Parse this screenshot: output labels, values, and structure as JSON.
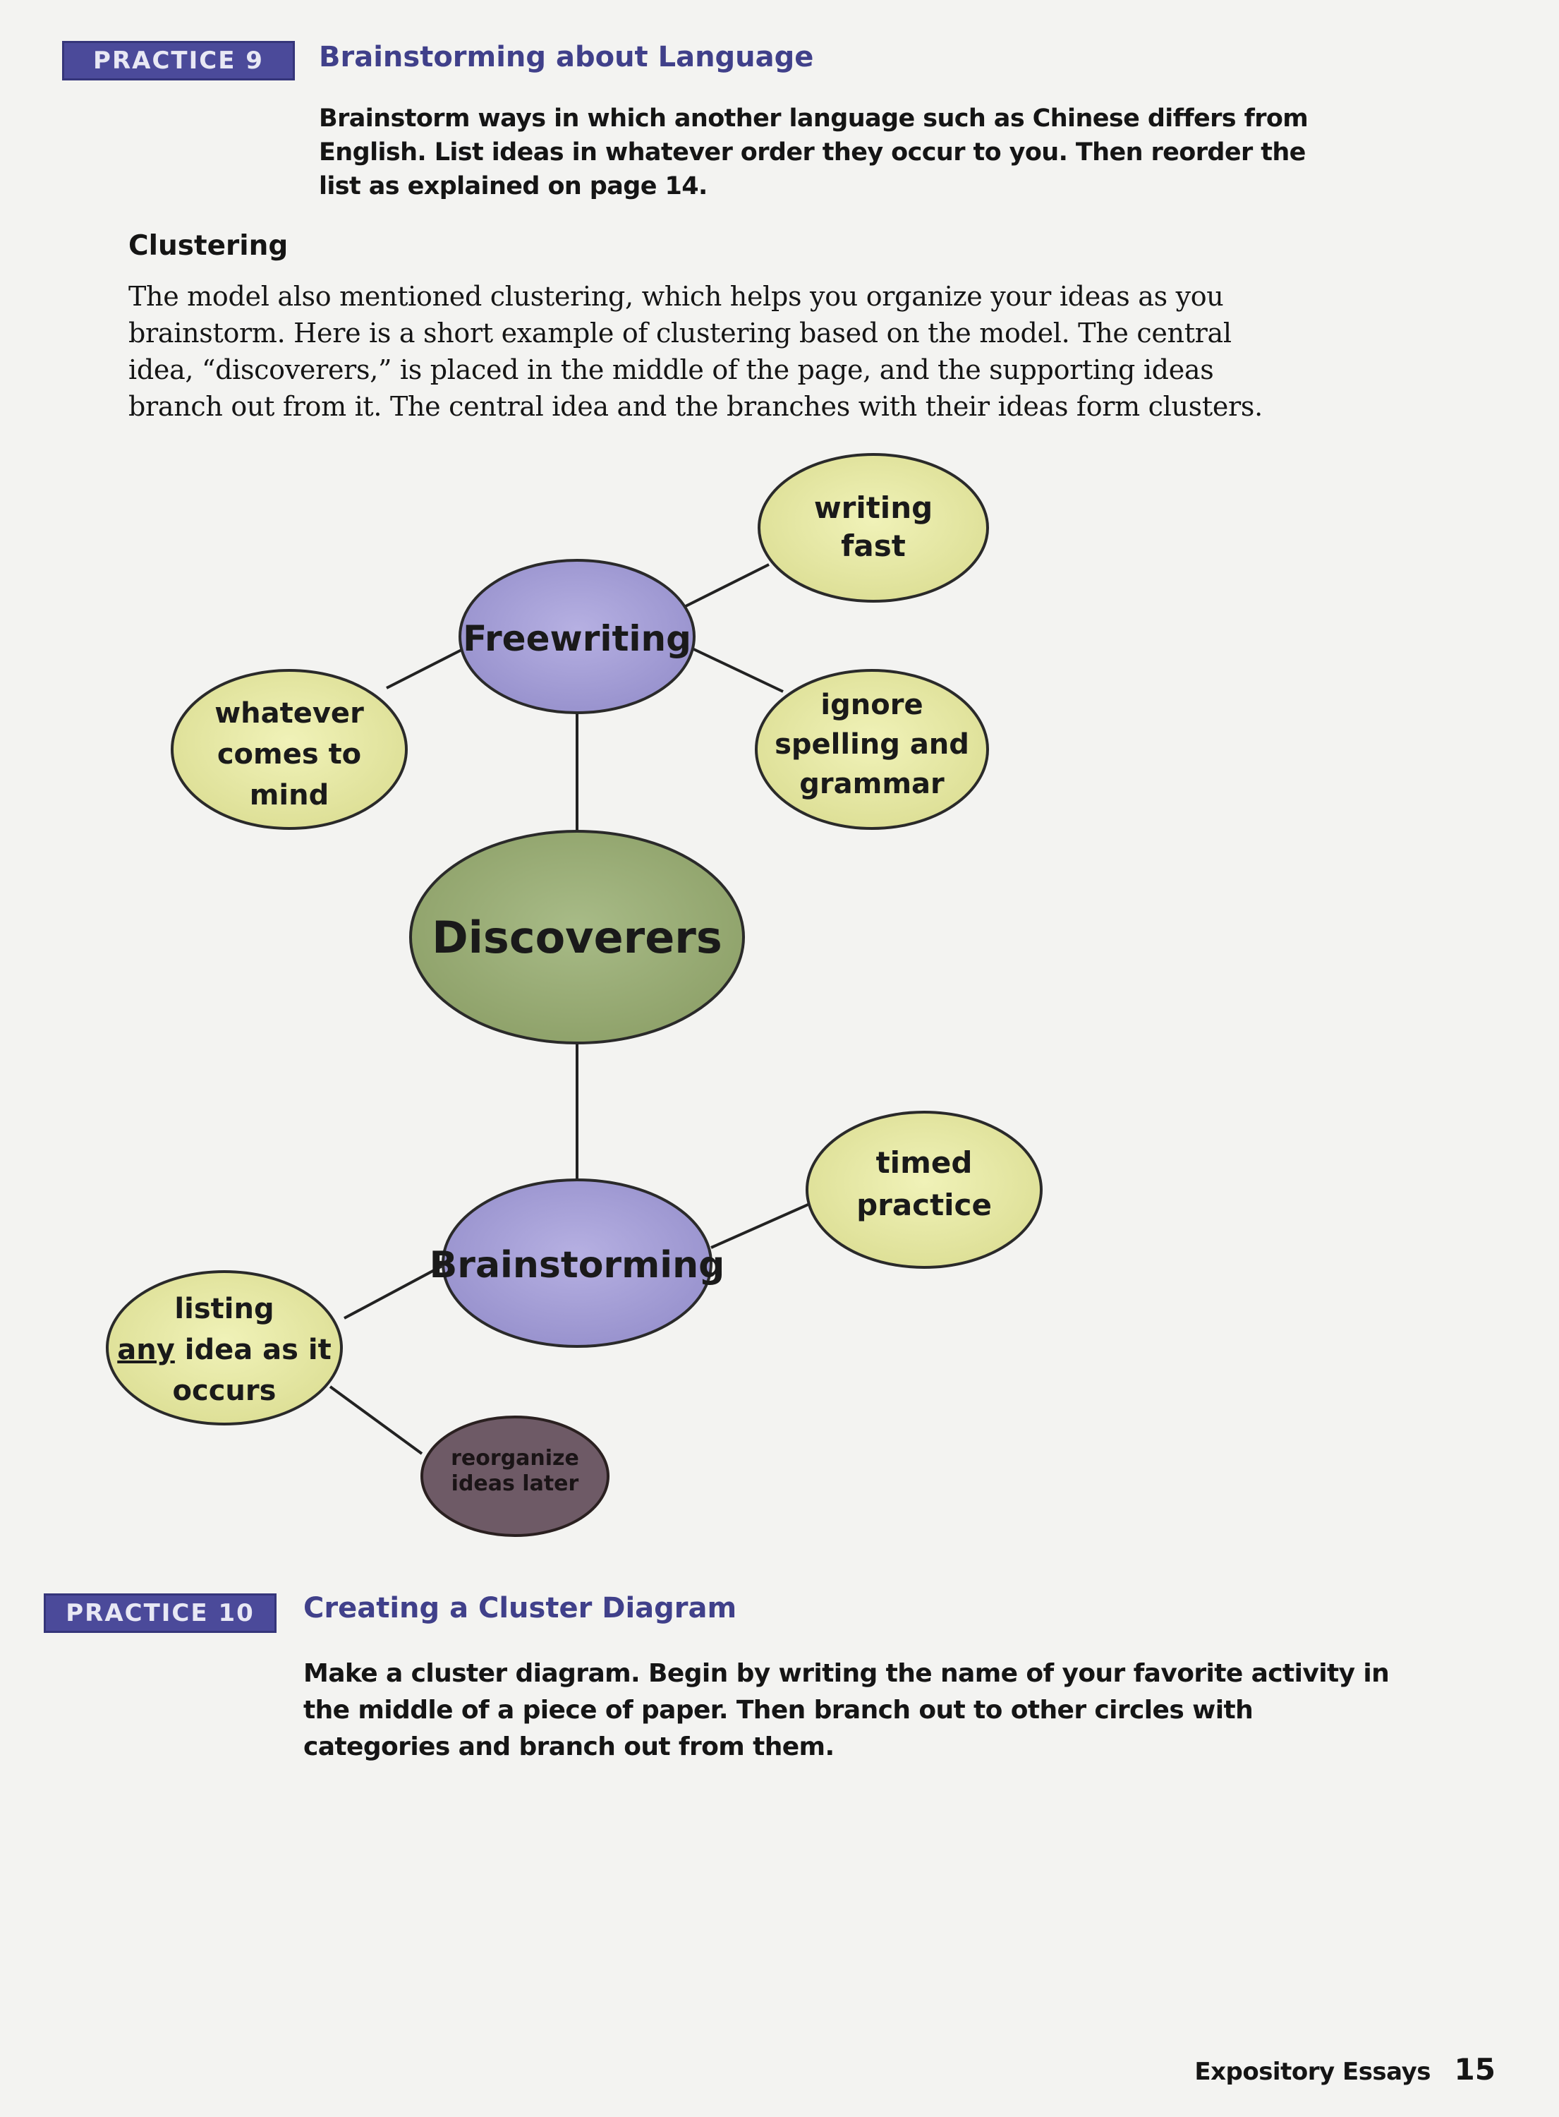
{
  "practice9": {
    "badge": "PRACTICE 9",
    "title": "Brainstorming about Language",
    "instructions": "Brainstorm ways in which another language such as Chinese differs from English. List ideas in whatever order they occur to you. Then reorder the list as explained on page 14."
  },
  "clustering": {
    "heading": "Clustering",
    "body": "The model also mentioned clustering, which helps you organize your ideas as you brainstorm. Here is a short example of clustering based on the model. The central idea, “discoverers,” is placed in the middle of the page, and the supporting ideas branch out from it. The central idea and the branches with their ideas form clusters."
  },
  "diagram": {
    "colors": {
      "center": "#9aae77",
      "main": "#a59fd6",
      "sub": "#e6e8a4",
      "dark": "#6e5a66",
      "line": "#222222"
    },
    "nodes": {
      "discoverers": {
        "label": "Discoverers"
      },
      "freewriting": {
        "label": "Freewriting"
      },
      "brainstorming": {
        "label": "Brainstorming"
      },
      "writing_fast": {
        "lines": [
          "writing",
          "fast"
        ]
      },
      "ignore_spelling": {
        "lines": [
          "ignore",
          "spelling and",
          "grammar"
        ]
      },
      "whatever_comes": {
        "lines": [
          "whatever",
          "comes to",
          "mind"
        ]
      },
      "timed_practice": {
        "lines": [
          "timed",
          "practice"
        ]
      },
      "listing_any": {
        "line1": "listing",
        "line2_underlined": "any",
        "line2_rest": " idea as it",
        "line3": "occurs"
      },
      "reorganize": {
        "lines": [
          "reorganize",
          "ideas later"
        ]
      }
    }
  },
  "practice10": {
    "badge": "PRACTICE 10",
    "title": "Creating a Cluster Diagram",
    "instructions": "Make a cluster diagram. Begin by writing the name of your favorite activity in the middle of a piece of paper. Then branch out to other circles with categories and branch out from them."
  },
  "footer": {
    "section": "Expository Essays",
    "page_number": "15"
  }
}
